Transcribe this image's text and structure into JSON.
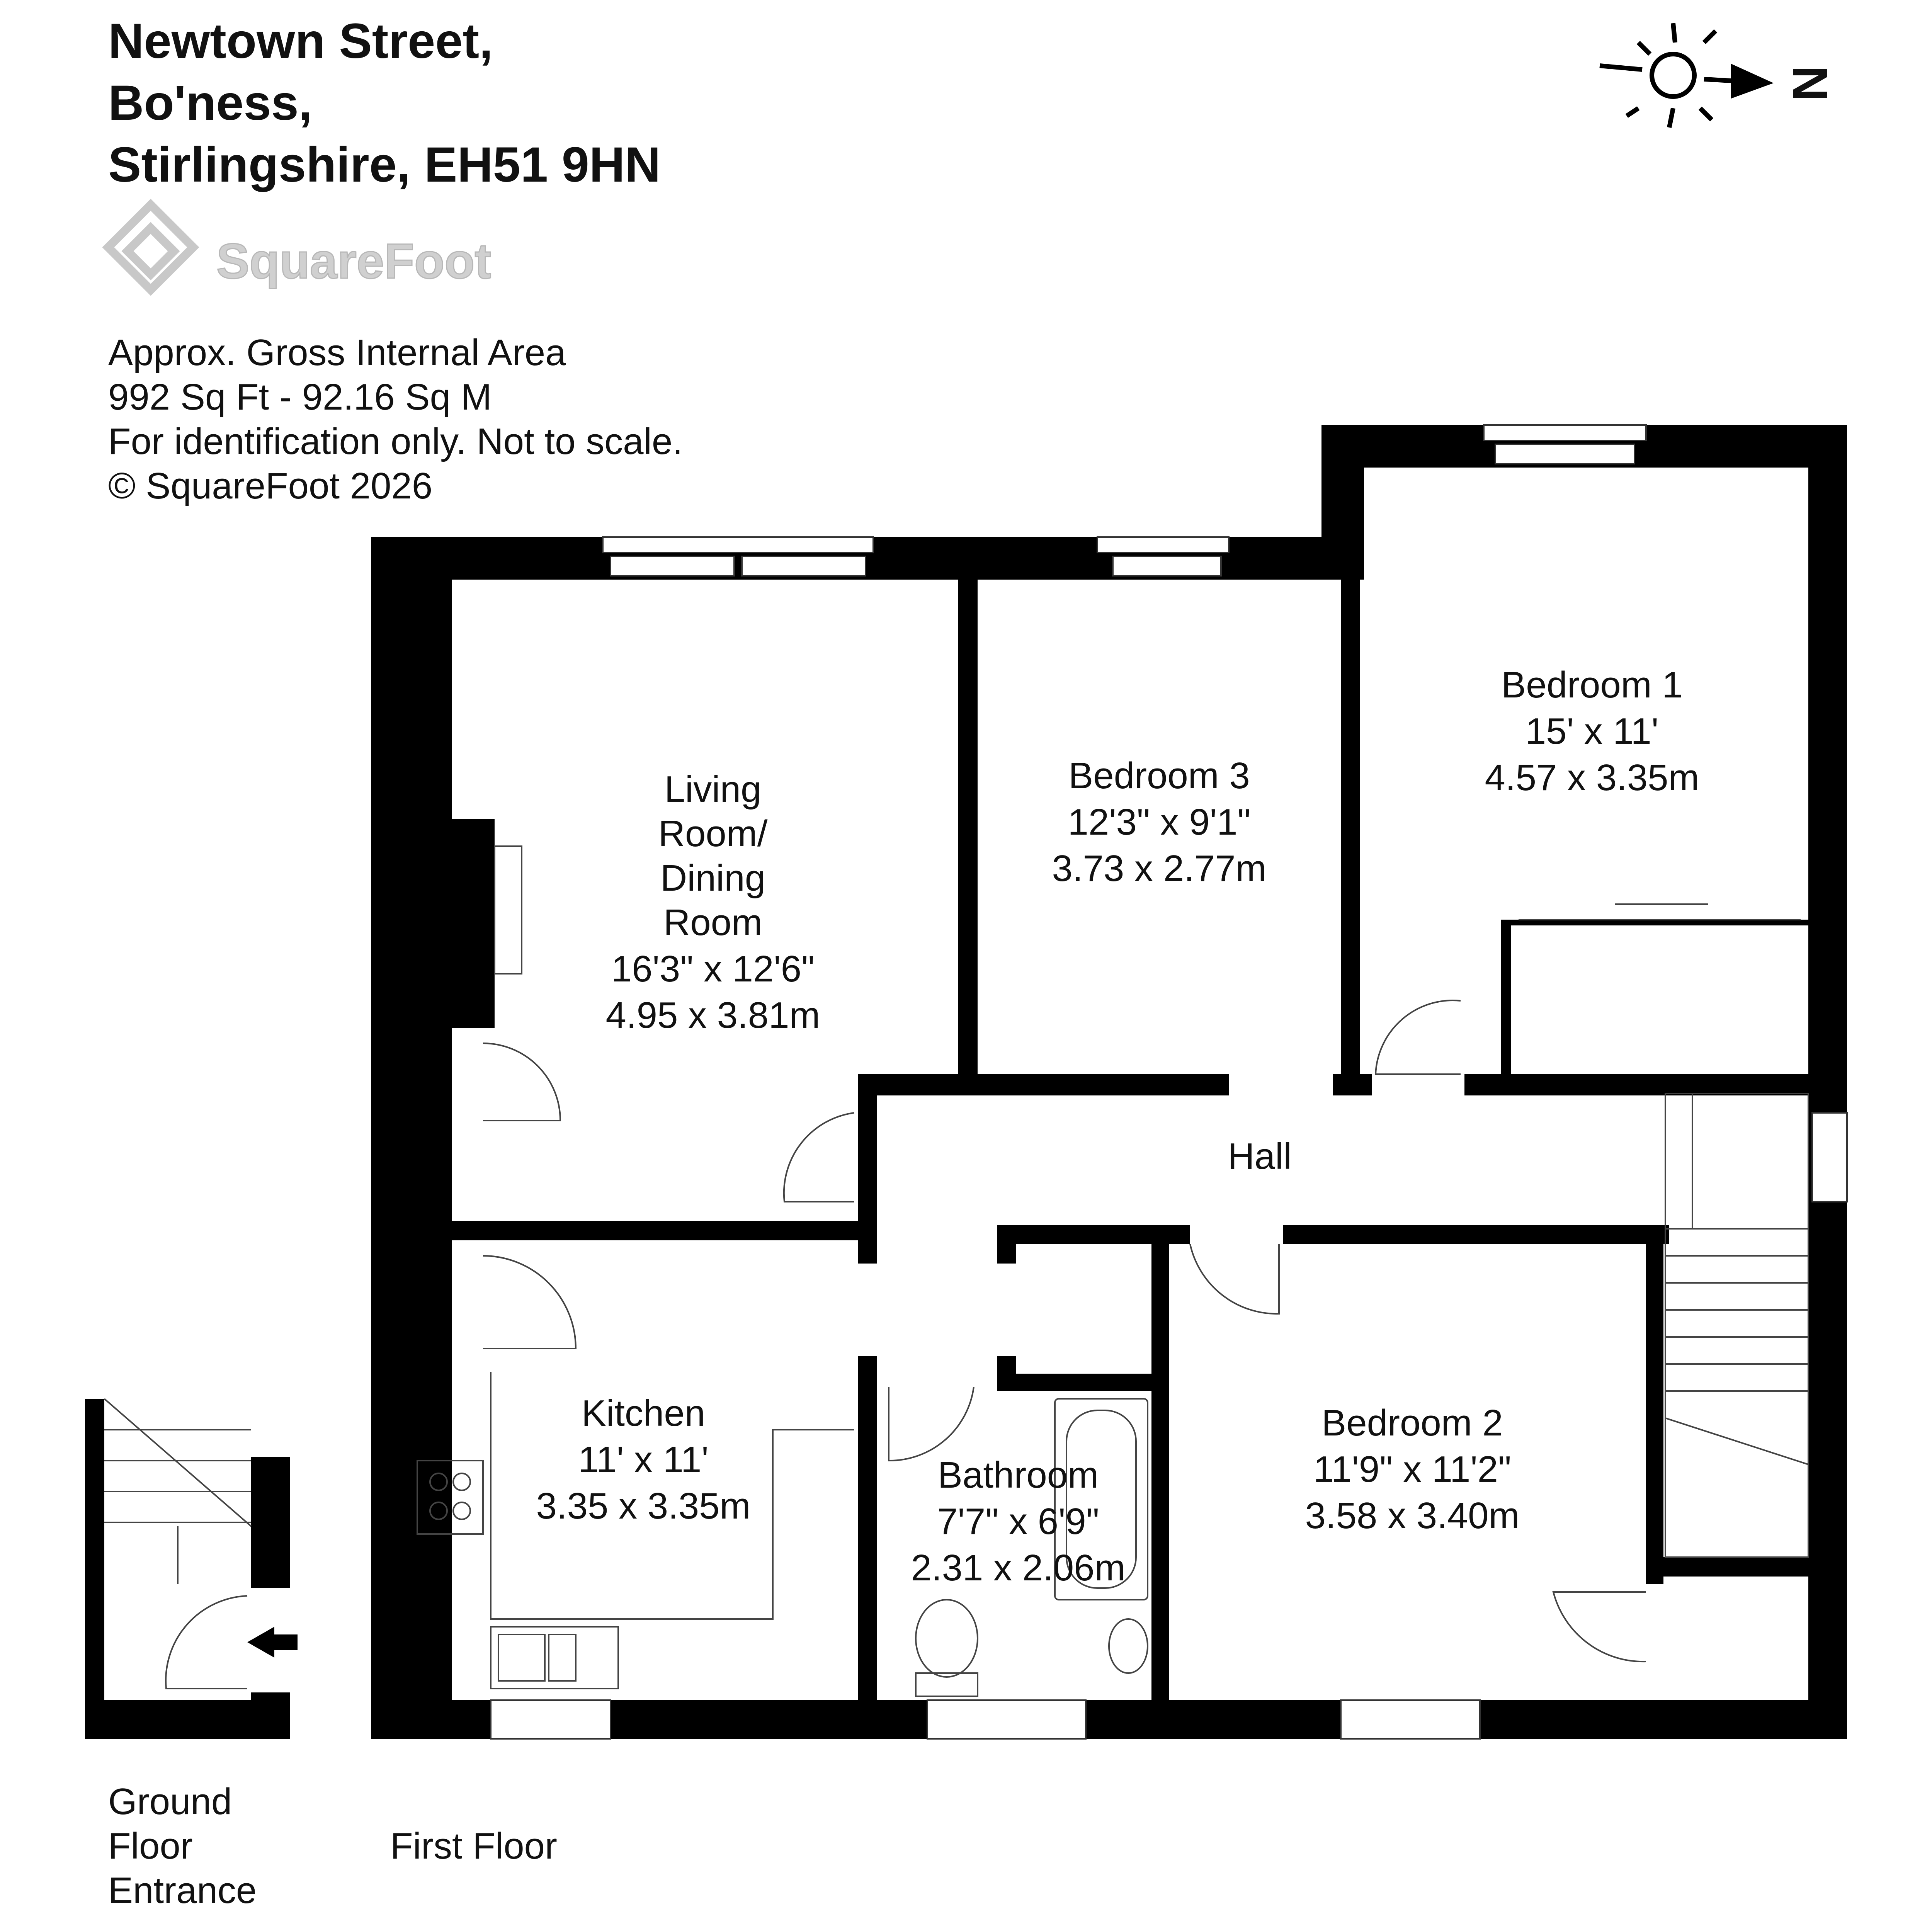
{
  "address": {
    "line1": "Newtown Street,",
    "line2": "Bo'ness,",
    "line3": "Stirlingshire, EH51 9HN"
  },
  "brand": {
    "logo_text": "SquareFoot"
  },
  "info": {
    "line1": "Approx. Gross Internal Area",
    "line2": "992 Sq Ft  -  92.16 Sq M",
    "line3": "For identification only. Not to scale.",
    "line4": "© SquareFoot 2026"
  },
  "compass": {
    "letter": "N"
  },
  "rooms": {
    "living": {
      "name1": "Living",
      "name2": "Room/",
      "name3": "Dining",
      "name4": "Room",
      "imperial": "16'3\" x 12'6\"",
      "metric": "4.95 x 3.81m"
    },
    "bedroom3": {
      "name": "Bedroom 3",
      "imperial": "12'3\" x 9'1\"",
      "metric": "3.73 x 2.77m"
    },
    "bedroom1": {
      "name": "Bedroom 1",
      "imperial": "15' x 11'",
      "metric": "4.57 x 3.35m"
    },
    "hall": {
      "name": "Hall"
    },
    "kitchen": {
      "name": "Kitchen",
      "imperial": "11' x 11'",
      "metric": "3.35 x 3.35m"
    },
    "bathroom": {
      "name": "Bathroom",
      "imperial": "7'7\" x 6'9\"",
      "metric": "2.31 x 2.06m"
    },
    "bedroom2": {
      "name": "Bedroom 2",
      "imperial": "11'9\" x 11'2\"",
      "metric": "3.58 x 3.40m"
    }
  },
  "floors": {
    "ground": {
      "line1": "Ground",
      "line2": "Floor",
      "line3": "Entrance"
    },
    "first": {
      "label": "First Floor"
    }
  }
}
